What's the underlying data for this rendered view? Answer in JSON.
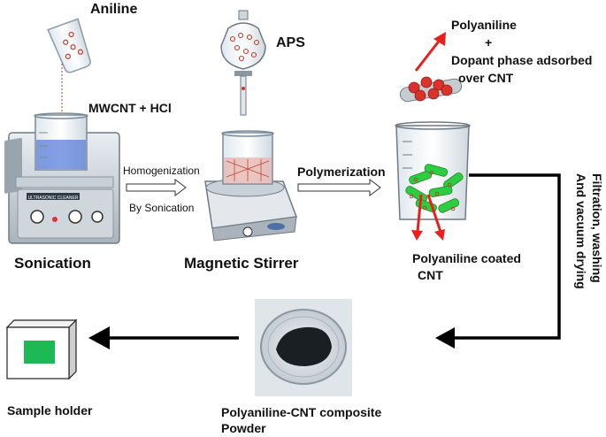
{
  "labels": {
    "aniline": "Aniline",
    "aps": "APS",
    "mwcnt_hcl": "MWCNT + HCl",
    "sonication": "Sonication",
    "homogenization": "Homogenization",
    "by_sonication": "By Sonication",
    "magnetic_stirrer": "Magnetic Stirrer",
    "polymerization": "Polymerization",
    "polyaniline": "Polyaniline",
    "plus": "+",
    "dopant_phase": "Dopant phase adsorbed",
    "over_cnt": "over CNT",
    "polyaniline_coated": "Polyaniline coated",
    "cnt": "CNT",
    "filtration_washing": "Filtration, washing",
    "vacuum_drying": "And vacuum drying",
    "sample_holder": "Sample holder",
    "composite": "Polyaniline-CNT composite",
    "powder": "Powder",
    "cleaner_brand": "ULTRASONIC CLEANER"
  },
  "colors": {
    "arrow": "#000000",
    "red_arrow": "#e8201c",
    "green_flake": "#2ecc40",
    "sample_green": "#1db954",
    "beaker_blue": "#5b7fd9",
    "powder": "#1a1f24"
  }
}
